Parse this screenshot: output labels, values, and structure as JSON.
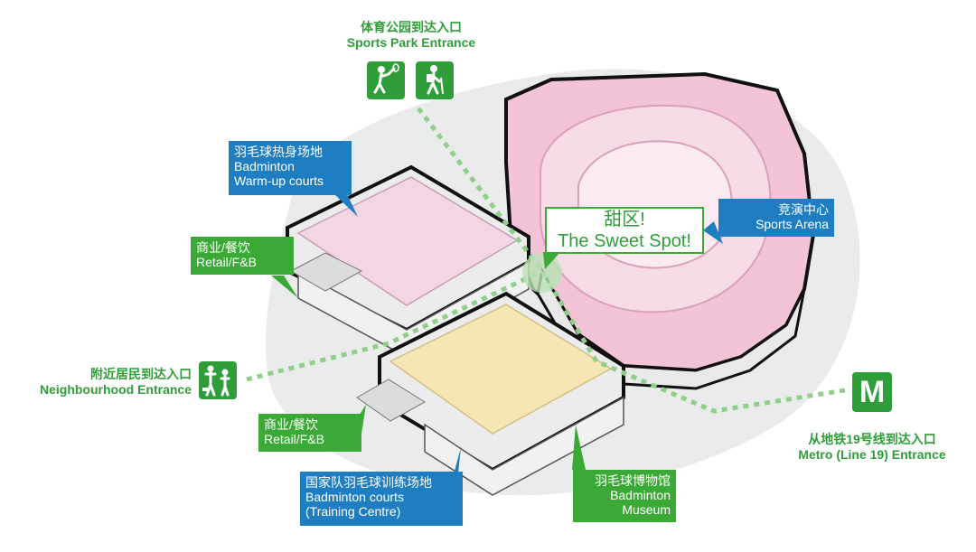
{
  "labels": {
    "sports_park_entrance": {
      "cn": "体育公园到达入口",
      "en": "Sports Park Entrance"
    },
    "badminton_warmup": {
      "cn": "羽毛球热身场地",
      "en1": "Badminton",
      "en2": "Warm-up courts"
    },
    "retail_fb_top": {
      "cn": "商业/餐饮",
      "en": "Retail/F&B"
    },
    "sweet_spot": {
      "cn": "甜区!",
      "en": "The Sweet Spot!"
    },
    "sports_arena": {
      "cn": "竞演中心",
      "en": "Sports Arena"
    },
    "neighbourhood_entrance": {
      "cn": "附近居民到达入口",
      "en": "Neighbourhood Entrance"
    },
    "retail_fb_bottom": {
      "cn": "商业/餐饮",
      "en": "Retail/F&B"
    },
    "training_centre": {
      "cn": "国家队羽毛球训练场地",
      "en1": "Badminton  courts",
      "en2": "(Training Centre)"
    },
    "badminton_museum": {
      "cn": "羽毛球博物馆",
      "en1": "Badminton",
      "en2": "Museum"
    },
    "metro_entrance": {
      "cn": "从地铁19号线到达入口",
      "en": "Metro (Line 19) Entrance"
    },
    "metro_icon_letter": "M"
  },
  "colors": {
    "blue_label": "#1f7ec2",
    "green_label": "#3aa935",
    "green_text": "#2f9e3a",
    "arena_pink": "#f3c3d7",
    "warmup_pink": "#f4d5e3",
    "training_yellow": "#f6e6b4",
    "ground": "#eaeceb"
  },
  "icons": [
    "badminton-player-icon",
    "hiker-icon",
    "family-icon",
    "metro-icon"
  ]
}
